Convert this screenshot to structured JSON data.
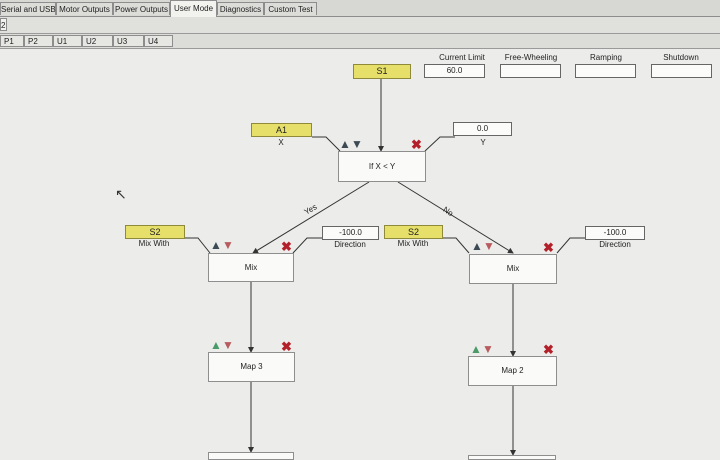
{
  "tabs": [
    {
      "label": "Serial and USB",
      "active": false
    },
    {
      "label": "Motor Outputs",
      "active": false
    },
    {
      "label": "Power Outputs",
      "active": false
    },
    {
      "label": "User Mode",
      "active": true
    },
    {
      "label": "Diagnostics",
      "active": false
    },
    {
      "label": "Custom Test",
      "active": false
    }
  ],
  "sub_tab_leading": "2",
  "script_tabs": [
    "P1",
    "P2",
    "U1",
    "U2",
    "U3",
    "U4"
  ],
  "top_fields": {
    "current_limit": {
      "label": "Current Limit",
      "value": "60.0"
    },
    "free_wheeling": {
      "label": "Free-Wheeling",
      "value": ""
    },
    "ramping": {
      "label": "Ramping",
      "value": ""
    },
    "shutdown": {
      "label": "Shutdown",
      "value": ""
    }
  },
  "nodes": {
    "s1": {
      "label": "S1"
    },
    "condition": {
      "label": "If X < Y",
      "x_input": "A1",
      "x_label": "X",
      "y_value": "0.0",
      "y_label": "Y",
      "yes_label": "Yes",
      "no_label": "No"
    },
    "mix_left": {
      "label": "Mix",
      "input": "S2",
      "input_label": "Mix With",
      "direction": "-100.0",
      "direction_label": "Direction"
    },
    "mix_right": {
      "label": "Mix",
      "input": "S2",
      "input_label": "Mix With",
      "direction": "-100.0",
      "direction_label": "Direction"
    },
    "map_left": {
      "label": "Map 3"
    },
    "map_right": {
      "label": "Map 2"
    }
  },
  "icons": {
    "move_up": "up-arrow-icon",
    "move_down": "down-arrow-icon",
    "delete": "delete-x-icon",
    "cursor": "mouse-pointer-icon"
  },
  "colors": {
    "input_yellow": "#e6e06a",
    "delete_red": "#b4202a",
    "arrow_green": "#4a9a6a",
    "arrow_red": "#b85a5e"
  }
}
